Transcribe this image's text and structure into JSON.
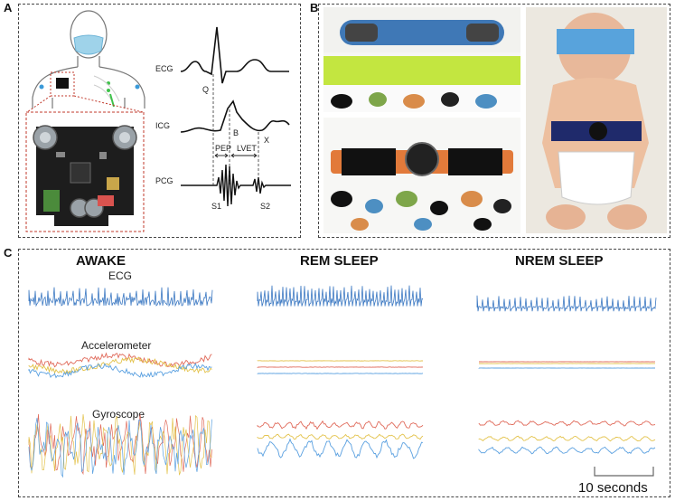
{
  "panels": {
    "a": "A",
    "b": "B",
    "c": "C"
  },
  "panel_a": {
    "waveform_labels": {
      "ecg": "ECG",
      "icg": "ICG",
      "pcg": "PCG"
    },
    "points": {
      "q": "Q",
      "b": "B",
      "x": "X",
      "s1": "S1",
      "s2": "S2"
    },
    "intervals": {
      "pep": "PEP",
      "lvet": "LVET"
    }
  },
  "panel_c": {
    "states": [
      "AWAKE",
      "REM SLEEP",
      "NREM SLEEP"
    ],
    "signals": [
      "ECG",
      "Accelerometer",
      "Gyroscope"
    ],
    "scale_bar": "10 seconds",
    "colors": {
      "ecg": "#3b78c2",
      "accel_red": "#e06a5a",
      "accel_yellow": "#e3c24a",
      "accel_blue": "#5aa0e0"
    }
  }
}
